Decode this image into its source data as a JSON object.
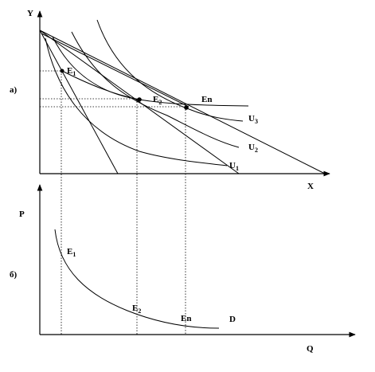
{
  "top": {
    "panel_label": "а)",
    "y_axis": "Y",
    "x_axis": "X",
    "points": [
      {
        "letter": "E",
        "sub": "1"
      },
      {
        "letter": "E",
        "sub": "2"
      },
      {
        "letter": "En",
        "sub": ""
      }
    ],
    "curves": [
      {
        "letter": "U",
        "sub": "3"
      },
      {
        "letter": "U",
        "sub": "2"
      },
      {
        "letter": "U",
        "sub": "1"
      }
    ]
  },
  "bottom": {
    "panel_label": "б)",
    "y_axis": "P",
    "x_axis": "Q",
    "points": [
      {
        "letter": "E",
        "sub": "1"
      },
      {
        "letter": "E",
        "sub": "2"
      },
      {
        "letter": "En",
        "sub": ""
      }
    ],
    "curve_label": "D"
  }
}
